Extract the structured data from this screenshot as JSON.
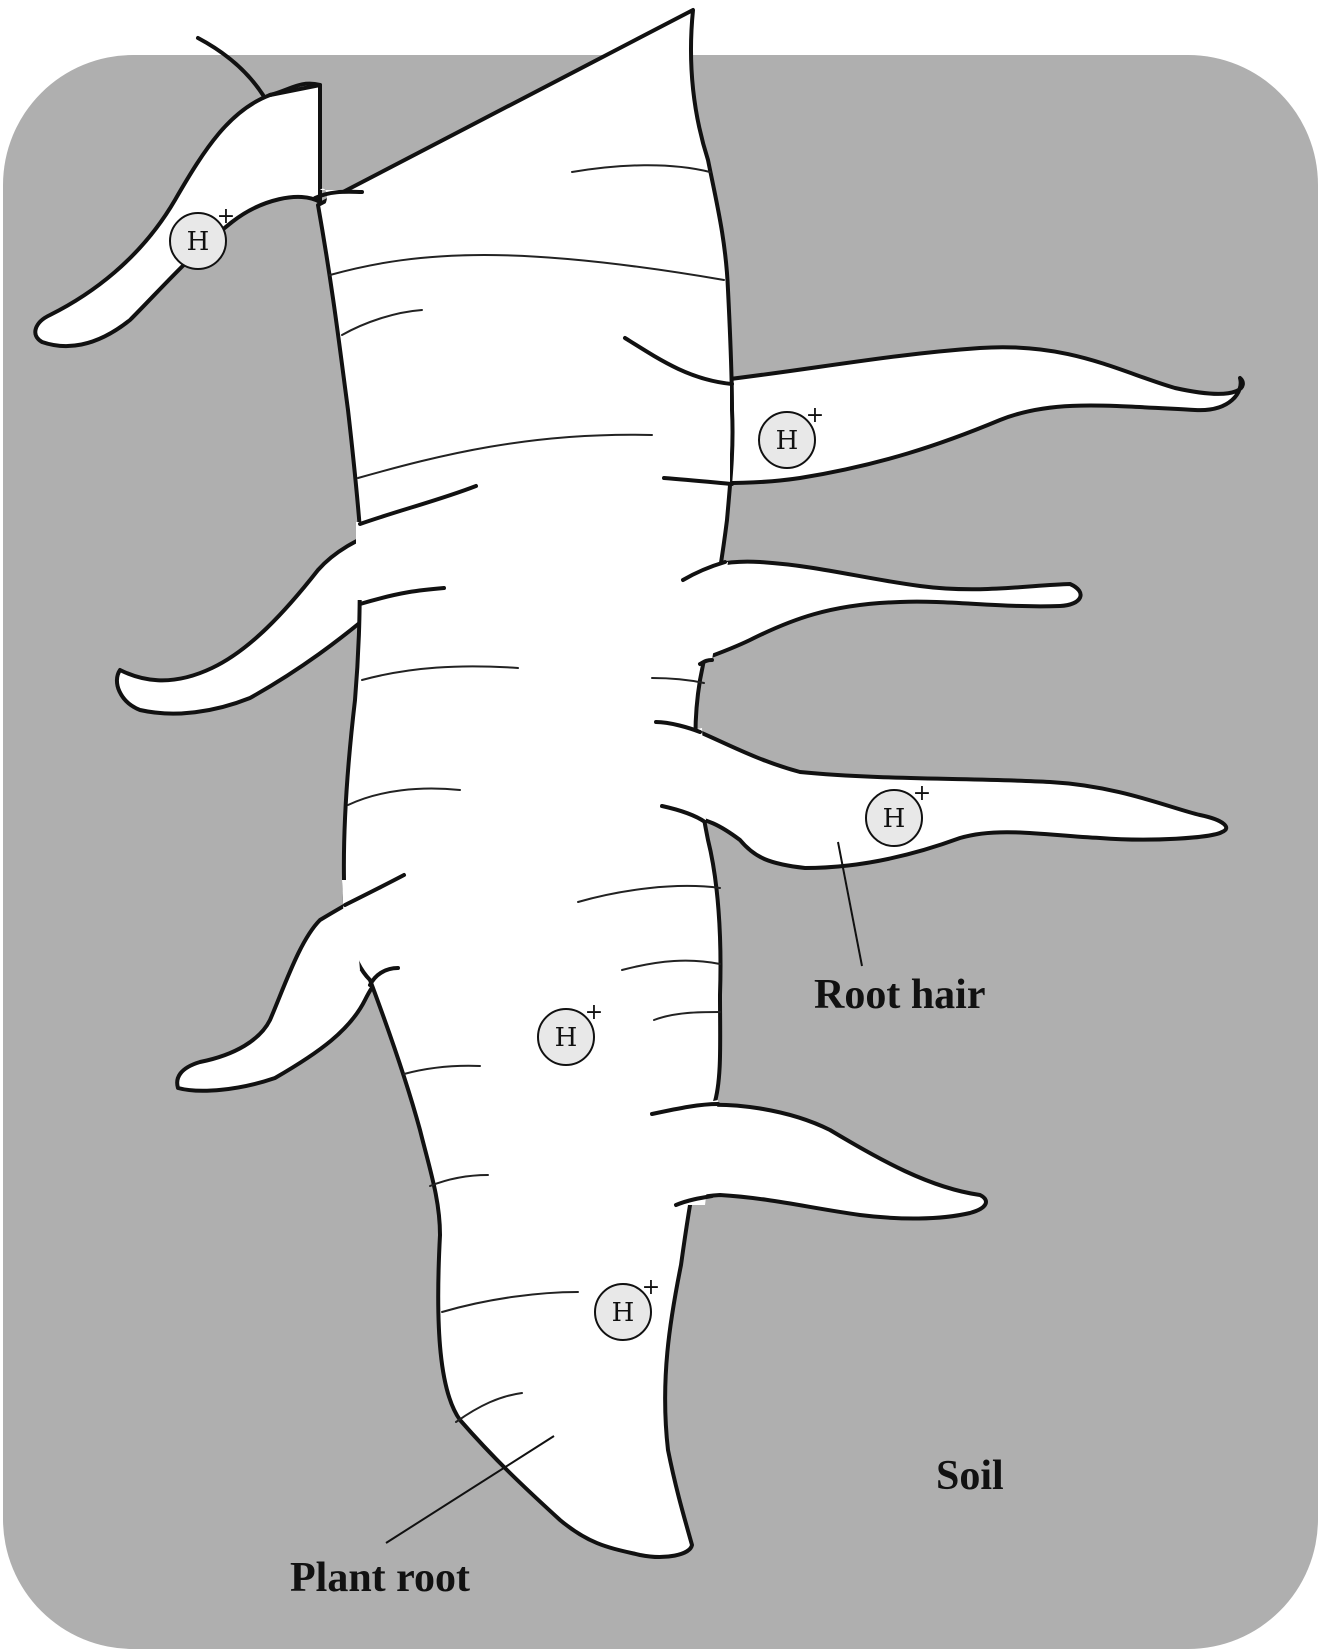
{
  "colors": {
    "soil": "#afafaf",
    "root": "#ffffff",
    "ion_fill": "#e8e8e8",
    "outline": "#111111"
  },
  "labels": {
    "root_hair": "Root hair",
    "plant_root": "Plant root",
    "soil": "Soil"
  },
  "ion": {
    "symbol": "H",
    "charge": "+"
  },
  "ion_count": 5
}
